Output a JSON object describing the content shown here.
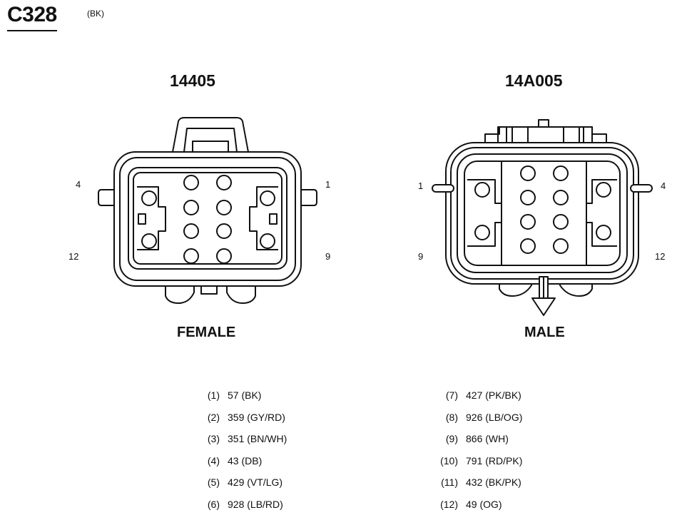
{
  "header": {
    "connector_id": "C328",
    "color_code": "(BK)"
  },
  "female": {
    "part_number": "14405",
    "label": "FEMALE",
    "pin_labels": {
      "top_left": "4",
      "top_right": "1",
      "bottom_left": "12",
      "bottom_right": "9"
    }
  },
  "male": {
    "part_number": "14A005",
    "label": "MALE",
    "pin_labels": {
      "top_left": "1",
      "top_right": "4",
      "bottom_left": "9",
      "bottom_right": "12"
    }
  },
  "pins_left": [
    {
      "num": "(1)",
      "circuit": "57 (BK)"
    },
    {
      "num": "(2)",
      "circuit": "359 (GY/RD)"
    },
    {
      "num": "(3)",
      "circuit": "351 (BN/WH)"
    },
    {
      "num": "(4)",
      "circuit": "43 (DB)"
    },
    {
      "num": "(5)",
      "circuit": "429 (VT/LG)"
    },
    {
      "num": "(6)",
      "circuit": "928 (LB/RD)"
    }
  ],
  "pins_right": [
    {
      "num": "(7)",
      "circuit": "427 (PK/BK)"
    },
    {
      "num": "(8)",
      "circuit": "926 (LB/OG)"
    },
    {
      "num": "(9)",
      "circuit": "866 (WH)"
    },
    {
      "num": "(10)",
      "circuit": "791 (RD/PK)"
    },
    {
      "num": "(11)",
      "circuit": "432 (BK/PK)"
    },
    {
      "num": "(12)",
      "circuit": "49 (OG)"
    }
  ]
}
